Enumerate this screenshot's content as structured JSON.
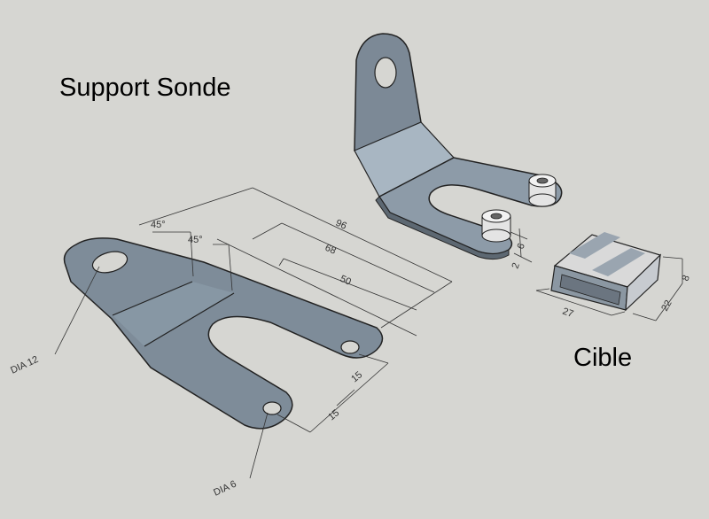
{
  "titles": {
    "support": "Support Sonde",
    "cible": "Cible"
  },
  "dimensions": {
    "angle_a": "45°",
    "angle_b": "45°",
    "d96": "96",
    "d68": "68",
    "d50": "50",
    "dia12": "DIA 12",
    "dia6": "DIA 6",
    "d15a": "15",
    "d15b": "15",
    "d6": "6",
    "d2": "2",
    "d27": "27",
    "d22": "22",
    "d8": "8"
  },
  "colors": {
    "background": "#d6d6d2",
    "part_dark": "#7e8c99",
    "part_light": "#a8b6c2",
    "part_top": "#8d9ba8",
    "edge": "#222222"
  }
}
